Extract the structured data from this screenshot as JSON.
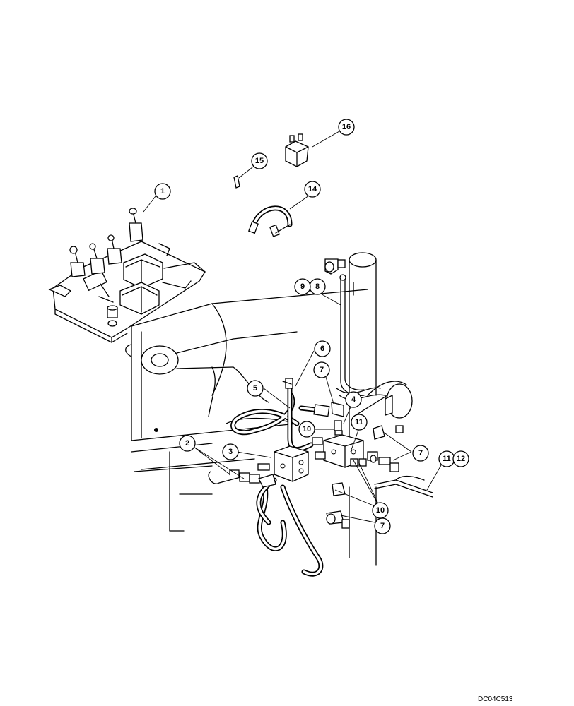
{
  "diagram": {
    "drawing_code": "DC04C513",
    "callouts": [
      {
        "id": "c1",
        "label": "1"
      },
      {
        "id": "c2",
        "label": "2"
      },
      {
        "id": "c3",
        "label": "3"
      },
      {
        "id": "c4",
        "label": "4"
      },
      {
        "id": "c5",
        "label": "5"
      },
      {
        "id": "c6",
        "label": "6"
      },
      {
        "id": "c7a",
        "label": "7"
      },
      {
        "id": "c7b",
        "label": "7"
      },
      {
        "id": "c7c",
        "label": "7"
      },
      {
        "id": "c8",
        "label": "8"
      },
      {
        "id": "c9",
        "label": "9"
      },
      {
        "id": "c10a",
        "label": "10"
      },
      {
        "id": "c10b",
        "label": "10"
      },
      {
        "id": "c11a",
        "label": "11"
      },
      {
        "id": "c11b",
        "label": "11"
      },
      {
        "id": "c12",
        "label": "12"
      },
      {
        "id": "c14",
        "label": "14"
      },
      {
        "id": "c15",
        "label": "15"
      },
      {
        "id": "c16",
        "label": "16"
      }
    ]
  }
}
